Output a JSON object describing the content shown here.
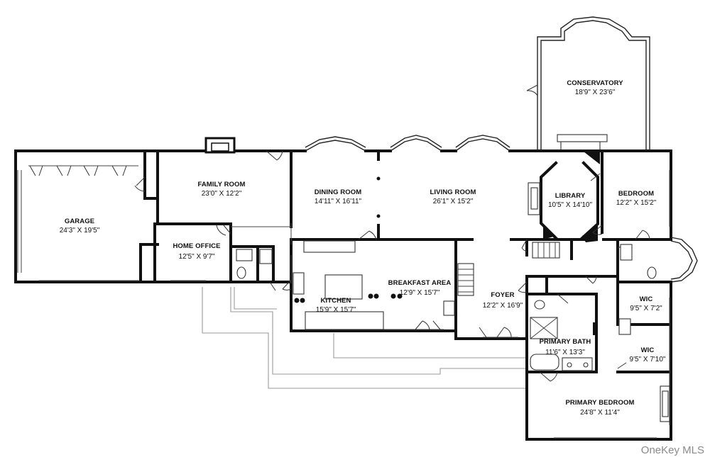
{
  "rooms": {
    "conservatory": {
      "name": "CONSERVATORY",
      "dims": "18'9\" X 23'6\""
    },
    "garage": {
      "name": "GARAGE",
      "dims": "24'3\" X 19'5\""
    },
    "family_room": {
      "name": "FAMILY ROOM",
      "dims": "23'0\" X 12'2\""
    },
    "dining_room": {
      "name": "DINING ROOM",
      "dims": "14'11\" X 16'11\""
    },
    "living_room": {
      "name": "LIVING ROOM",
      "dims": "26'1\" X 15'2\""
    },
    "library": {
      "name": "LIBRARY",
      "dims": "10'5\" X 14'10\""
    },
    "bedroom": {
      "name": "BEDROOM",
      "dims": "12'2\" X 15'2\""
    },
    "home_office": {
      "name": "HOME OFFICE",
      "dims": "12'5\" X 9'7\""
    },
    "kitchen": {
      "name": "KITCHEN",
      "dims": "15'9\" X 15'7\""
    },
    "breakfast_area": {
      "name": "BREAKFAST AREA",
      "dims": "12'9\" X 15'7\""
    },
    "foyer": {
      "name": "FOYER",
      "dims": "12'2\" X 16'9\""
    },
    "wic_1": {
      "name": "WIC",
      "dims": "9'5\" X 7'2\""
    },
    "wic_2": {
      "name": "WIC",
      "dims": "9'5\" X 7'10\""
    },
    "primary_bath": {
      "name": "PRIMARY BATH",
      "dims": "11'6\" X 13'3\""
    },
    "primary_bedroom": {
      "name": "PRIMARY BEDROOM",
      "dims": "24'8\" X 11'4\""
    }
  },
  "watermark": "OneKey MLS"
}
